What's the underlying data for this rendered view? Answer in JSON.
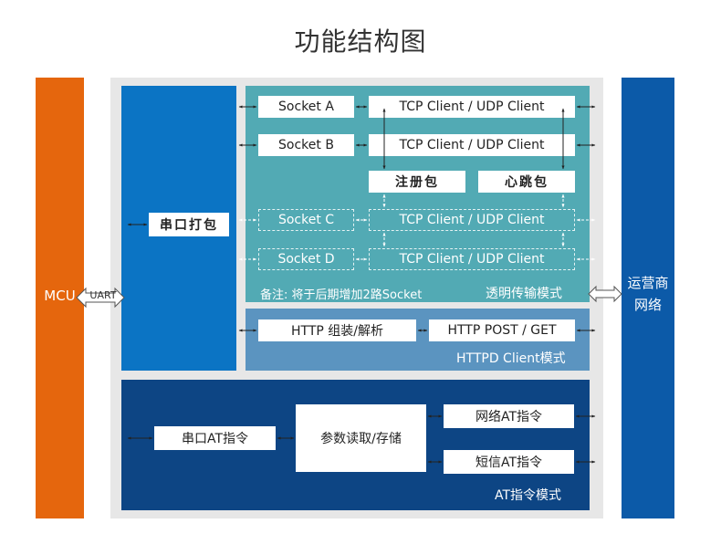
{
  "title": "功能结构图",
  "mcu": "MCU",
  "uart": "UART",
  "carrier": "运营商\n网络",
  "serial_pack": "串口打包",
  "sockets": {
    "a": "Socket A",
    "b": "Socket B",
    "c": "Socket C",
    "d": "Socket D"
  },
  "tcp_udp": "TCP Client / UDP Client",
  "register_pkt": "注册包",
  "heartbeat_pkt": "心跳包",
  "note": "备注: 将于后期增加2路Socket",
  "transparent_mode": "透明传输模式",
  "http_assemble": "HTTP 组装/解析",
  "http_post_get": "HTTP POST / GET",
  "httpd_mode": "HTTPD Client模式",
  "serial_at": "串口AT指令",
  "param_rw": "参数读取/存储",
  "network_at": "网络AT指令",
  "sms_at": "短信AT指令",
  "at_mode": "AT指令模式",
  "colors": {
    "mcu": "#e5660d",
    "carrier": "#0c5aa8",
    "serial": "#0b74c4",
    "transparent": "#52aab4",
    "httpd": "#5b94c0",
    "at": "#0d4584",
    "panel": "#e7e7e7"
  }
}
